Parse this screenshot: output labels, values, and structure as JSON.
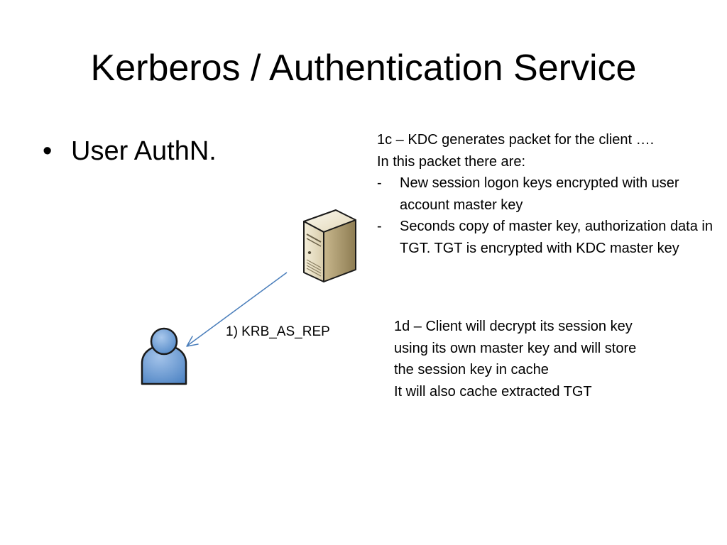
{
  "slide": {
    "title": "Kerberos / Authentication Service",
    "bullet": "User AuthN."
  },
  "step_1c": {
    "line1": "1c – KDC generates packet for the client ….",
    "line2": "In this packet there are:",
    "items": [
      {
        "dash": "-",
        "text": "New session logon keys encrypted with user account master key"
      },
      {
        "dash": "-",
        "text": "Seconds copy of master key, authorization data in TGT. TGT is encrypted with KDC master key"
      }
    ]
  },
  "step_1d": {
    "lines": [
      "1d – Client will decrypt its session key",
      "using its own master key and will store",
      "the session key in cache",
      "It will also cache extracted TGT"
    ]
  },
  "arrow": {
    "label": "1) KRB_AS_REP",
    "color": "#4a7ebb"
  },
  "icons": {
    "server": "server-icon",
    "user": "user-icon"
  }
}
